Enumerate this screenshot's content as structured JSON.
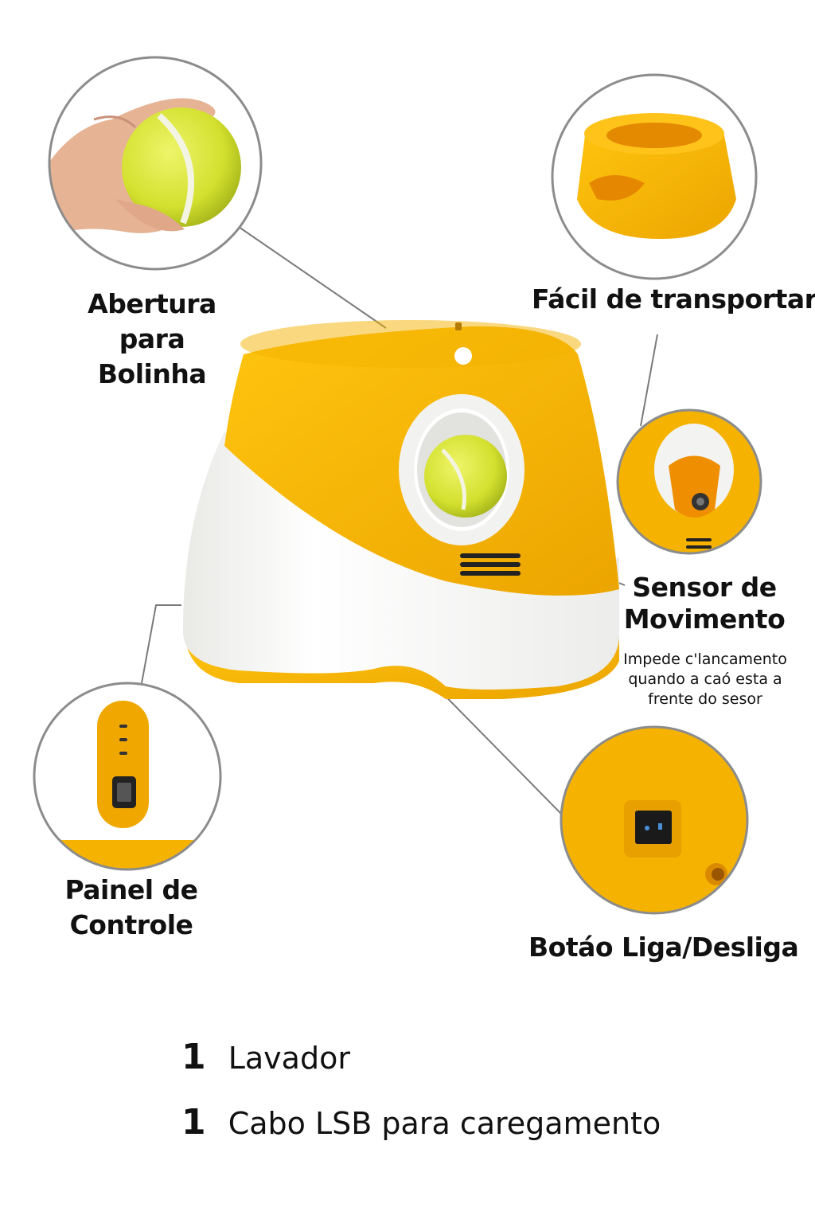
{
  "callouts": {
    "ball_opening": {
      "line1": "Abertura para",
      "line2": "Bolinha",
      "icon": "tennis-ball-in-hand"
    },
    "easy_transport": {
      "label": "Fácil de transportar",
      "icon": "bowl-handle"
    },
    "motion_sensor": {
      "line1": "Sensor de",
      "line2": "Movimento",
      "desc_line1": "Impede c'lancamento",
      "desc_line2": "quando a caó esta a",
      "desc_line3": "frente do sesor",
      "icon": "sensor-cup"
    },
    "control_panel": {
      "line1": "Painel de",
      "line2": "Controle",
      "icon": "control-panel"
    },
    "power_button": {
      "label": "Botáo Liga/Desliga",
      "icon": "power-switch"
    }
  },
  "accessories": [
    {
      "qty": "1",
      "label": "Lavador"
    },
    {
      "qty": "1",
      "label": "Cabo LSB para caregamento"
    }
  ],
  "colors": {
    "yellow": "#f5b800",
    "yellow_dark": "#e39a00",
    "white": "#f7f7f5",
    "ball": "#d8e63a",
    "outline": "#8c8c8c"
  }
}
